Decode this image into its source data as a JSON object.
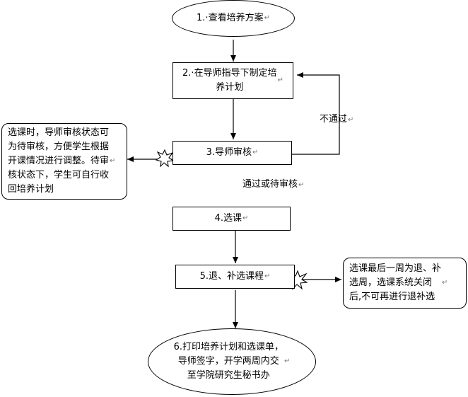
{
  "nodes": {
    "step1": "1.·查看培养方案",
    "step2": "2.·在导师指导下制定培\n养计划",
    "step3": "3.导师审核",
    "step4": "4.选课",
    "step5": "5.退、补选课程",
    "step6": "6.打印培养计划和选课单，\n导师签字，开学两周内交\n至学院研究生秘书办"
  },
  "notes": {
    "left": "选课时，导师审核状态可\n为待审核，方便学生根据\n开课情况进行调整。待审\n核状态下，学生可自行收\n回培养计划",
    "right": "选课最后一周为退、补\n选周，选课系统关闭\n后,不可再进行退补选"
  },
  "edge_labels": {
    "fail": "不通过",
    "pass": "通过或待审核"
  },
  "return_mark": "↵",
  "colors": {
    "line": "#000000",
    "starburst": "#000000"
  }
}
